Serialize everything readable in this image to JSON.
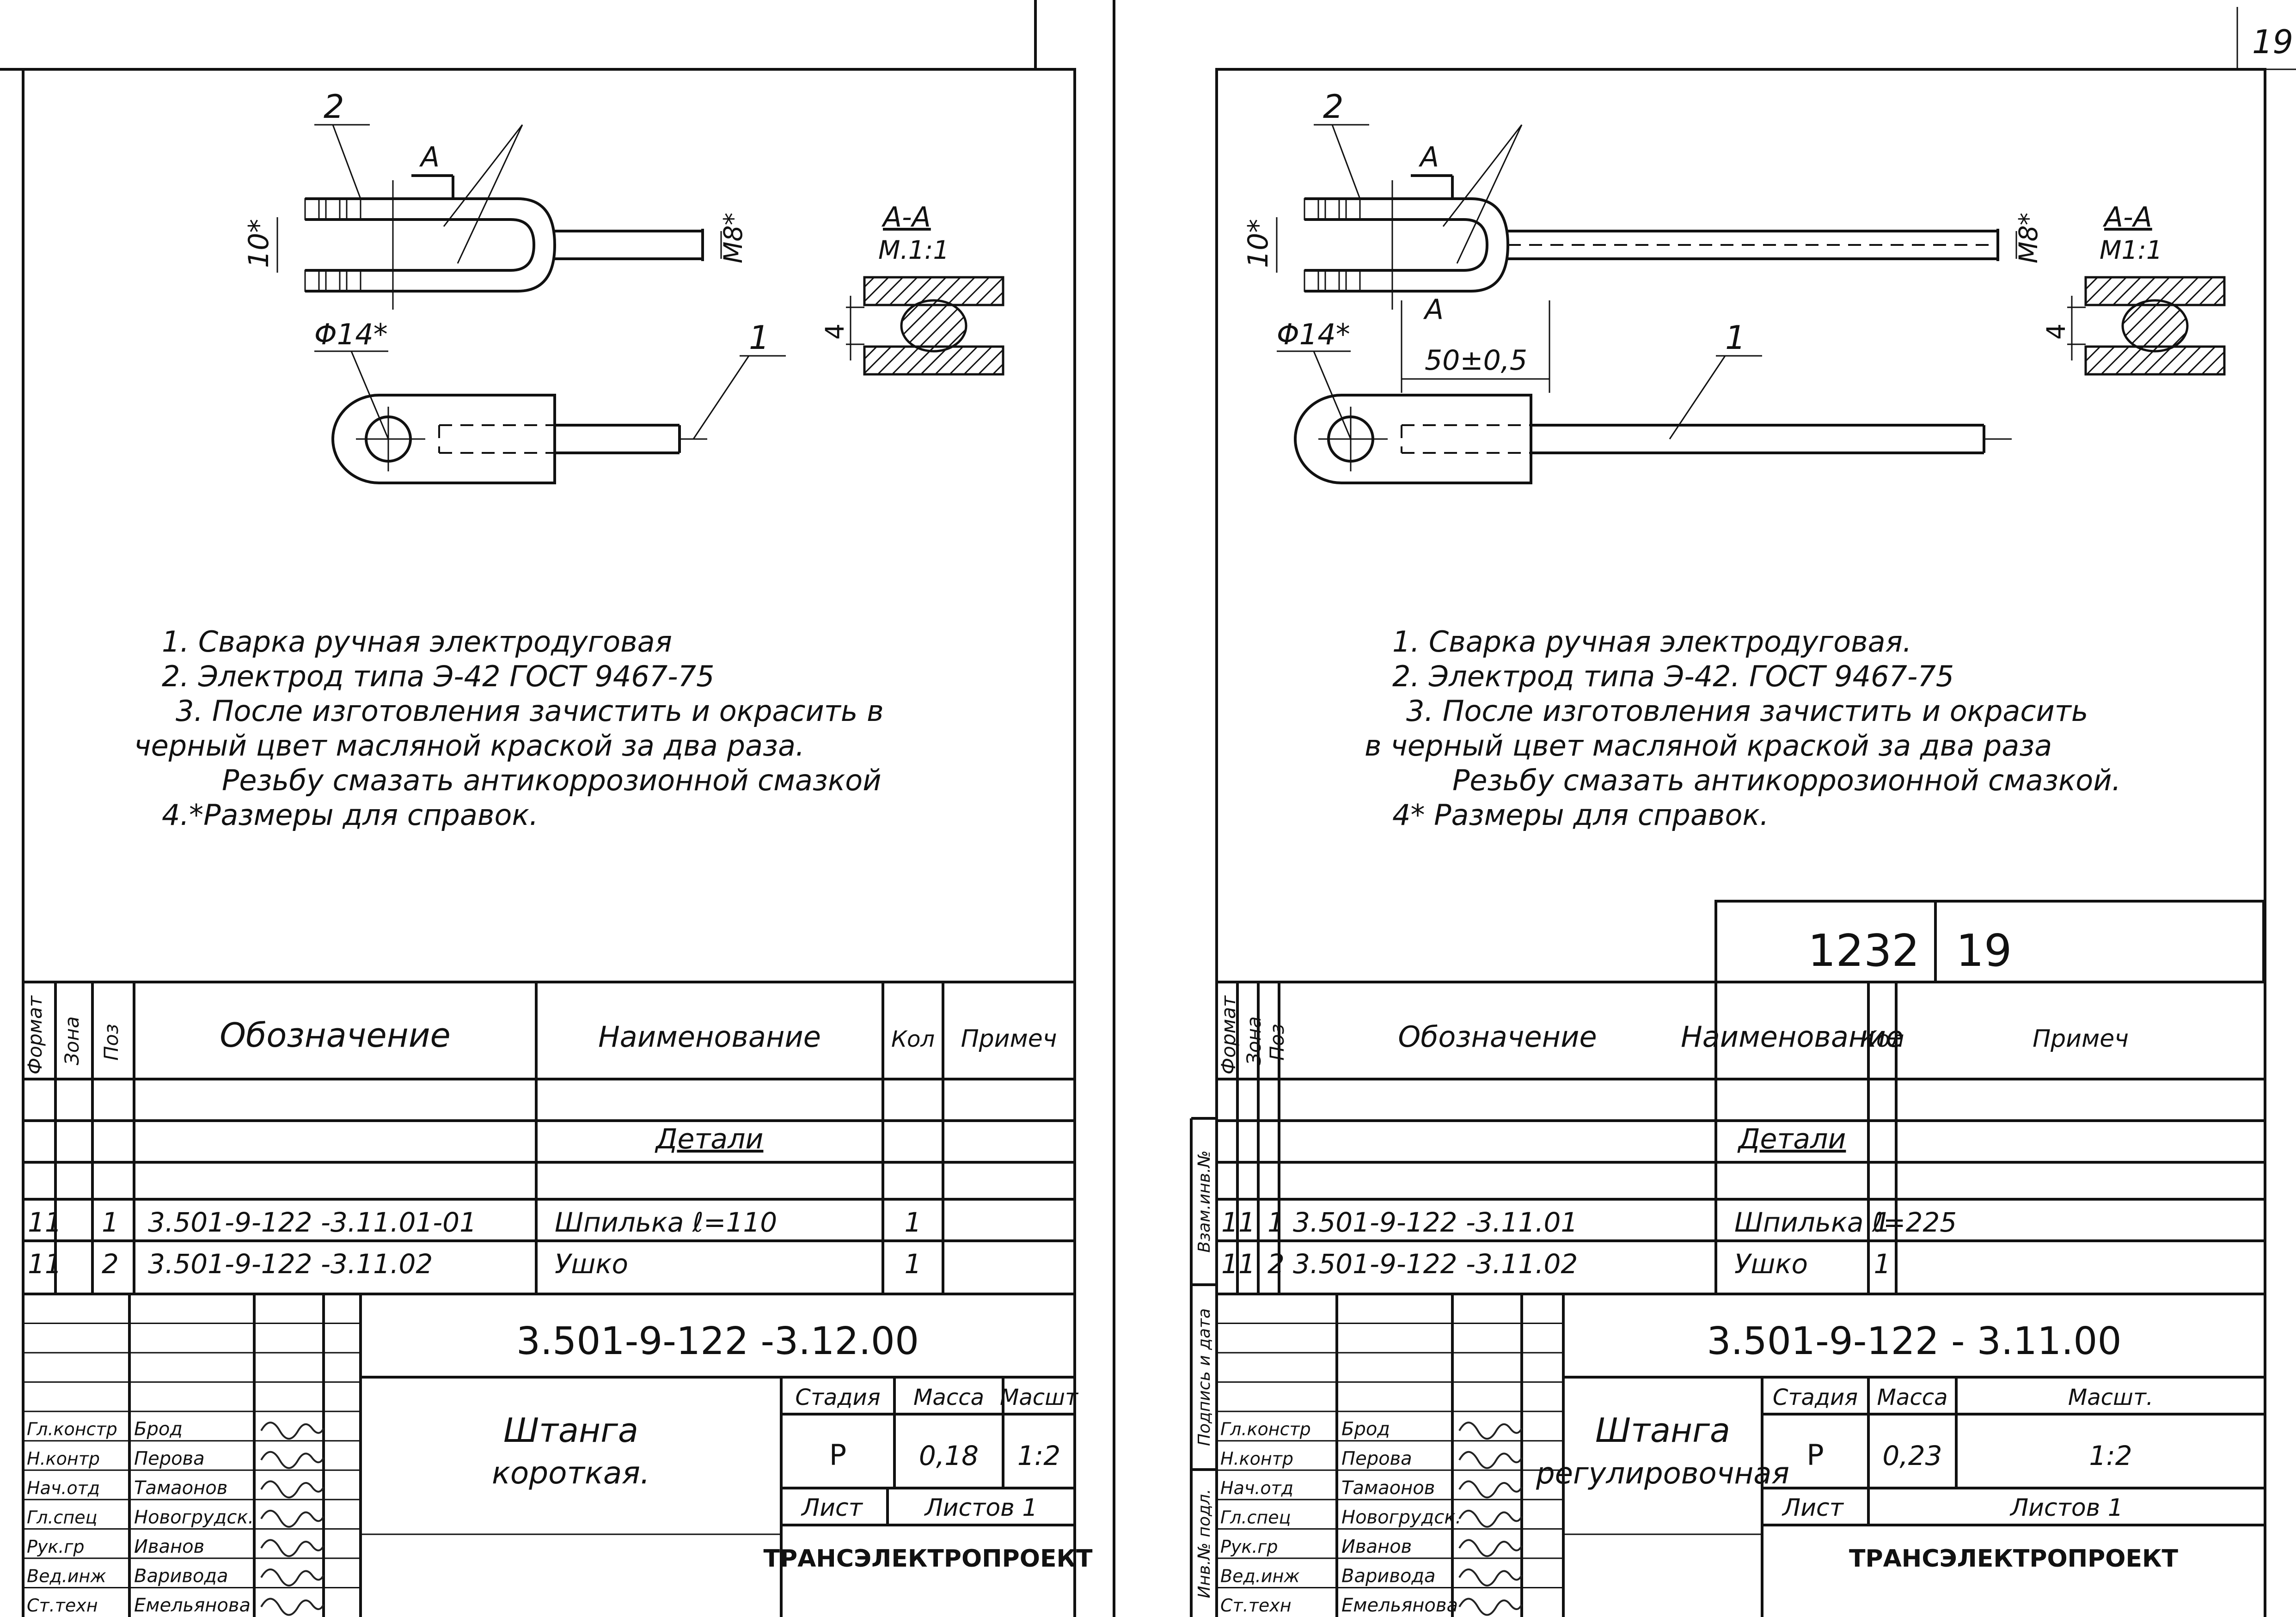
{
  "page_number": "19",
  "sheets": [
    {
      "id": "left",
      "drawing": {
        "callouts": [
          "2",
          "1"
        ],
        "dim_width": "10*",
        "dim_thread": "M8*",
        "dim_hole": "Φ14*",
        "dim_thickness": "4",
        "dim_length": "",
        "section_marker": "A",
        "section_title": "A-A",
        "section_scale": "M.1:1"
      },
      "notes": [
        "1. Сварка ручная электродуговая",
        "2. Электрод типа Э-42  ГОСТ 9467-75",
        "3. После изготовления зачистить и окрасить в",
        "черный цвет масляной краской за два раза.",
        "Резьбу смазать антикоррозионной смазкой",
        "4.*Размеры для справок."
      ],
      "doc_code": "",
      "sheet_no": "",
      "table": {
        "headers": {
          "format": "Формат",
          "zone": "Зона",
          "pos": "Поз",
          "designation": "Обозначение",
          "name": "Наименование",
          "qty": "Кол",
          "note": "Примеч"
        },
        "section": "Детали",
        "rows": [
          {
            "format": "11",
            "pos": "1",
            "designation": "3.501-9-122  -3.11.01-01",
            "name": "Шпилька  ℓ=110",
            "qty": "1"
          },
          {
            "format": "11",
            "pos": "2",
            "designation": "3.501-9-122  -3.11.02",
            "name": "Ушко",
            "qty": "1"
          }
        ]
      },
      "title_block": {
        "code": "3.501-9-122  -3.12.00",
        "title_line1": "Штанга",
        "title_line2": "короткая.",
        "stage_label": "Стадия",
        "mass_label": "Масса",
        "scale_label": "Масшт",
        "stage": "Р",
        "mass": "0,18",
        "scale": "1:2",
        "sheet_label": "Лист",
        "sheets_label": "Листов 1",
        "company": "ТРАНСЭЛЕКТРОПРОЕКТ",
        "staff": [
          {
            "role": "Гл.констр",
            "name": "Брод"
          },
          {
            "role": "Н.контр",
            "name": "Перова"
          },
          {
            "role": "Нач.отд",
            "name": "Тамаонов"
          },
          {
            "role": "Гл.спец",
            "name": "Новогрудск."
          },
          {
            "role": "Рук.гр",
            "name": "Иванов"
          },
          {
            "role": "Вед.инж",
            "name": "Варивода"
          },
          {
            "role": "Ст.техн",
            "name": "Емельянова"
          }
        ]
      },
      "side_labels": []
    },
    {
      "id": "right",
      "drawing": {
        "callouts": [
          "2",
          "1"
        ],
        "dim_width": "10*",
        "dim_thread": "M8*",
        "dim_hole": "Φ14*",
        "dim_thickness": "4",
        "dim_length": "50±0,5",
        "section_marker": "A",
        "section_title": "A-A",
        "section_scale": "M1:1"
      },
      "notes": [
        "1. Сварка ручная электродуговая.",
        "2. Электрод типа Э-42. ГОСТ 9467-75",
        "3. После изготовления зачистить и окрасить",
        "в черный цвет масляной краской за два раза",
        "Резьбу смазать антикоррозионной смазкой.",
        "4* Размеры для справок."
      ],
      "doc_code": "1232",
      "sheet_no": "19",
      "table": {
        "headers": {
          "format": "Формат",
          "zone": "Зона",
          "pos": "Поз",
          "designation": "Обозначение",
          "name": "Наименование",
          "qty": "Кол",
          "note": "Примеч"
        },
        "section": "Детали",
        "rows": [
          {
            "format": "11",
            "pos": "1",
            "designation": "3.501-9-122 -3.11.01",
            "name": "Шпилька  ℓ=225",
            "qty": "1"
          },
          {
            "format": "11",
            "pos": "2",
            "designation": "3.501-9-122 -3.11.02",
            "name": "Ушко",
            "qty": "1"
          }
        ]
      },
      "title_block": {
        "code": "3.501-9-122  - 3.11.00",
        "title_line1": "Штанга",
        "title_line2": "регулировочная",
        "stage_label": "Стадия",
        "mass_label": "Масса",
        "scale_label": "Масшт.",
        "stage": "Р",
        "mass": "0,23",
        "scale": "1:2",
        "sheet_label": "Лист",
        "sheets_label": "Листов 1",
        "company": "ТРАНСЭЛЕКТРОПРОЕКТ",
        "staff": [
          {
            "role": "Гл.констр",
            "name": "Брод"
          },
          {
            "role": "Н.контр",
            "name": "Перова"
          },
          {
            "role": "Нач.отд",
            "name": "Тамаонов"
          },
          {
            "role": "Гл.спец",
            "name": "Новогрудск."
          },
          {
            "role": "Рук.гр",
            "name": "Иванов"
          },
          {
            "role": "Вед.инж",
            "name": "Варивода"
          },
          {
            "role": "Ст.техн",
            "name": "Емельянова"
          }
        ]
      },
      "side_labels": [
        "Взам.инв.№",
        "Подпись и дата",
        "Инв.№ подл."
      ]
    }
  ]
}
